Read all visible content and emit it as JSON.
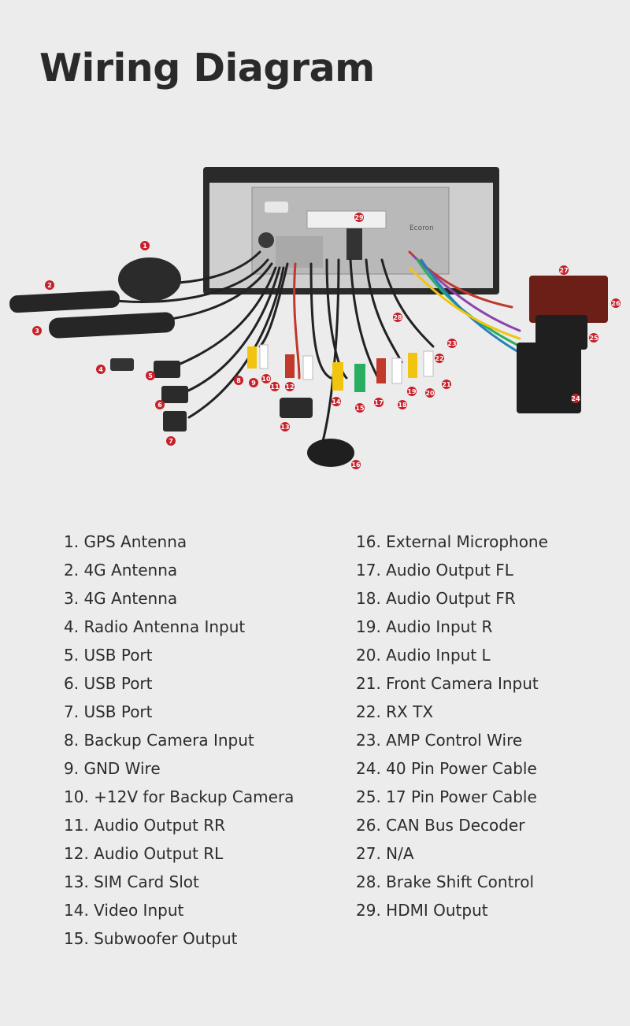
{
  "title": "Wiring Diagram",
  "product": {
    "brand_text": "Ecoron",
    "callouts": [
      "1",
      "2",
      "3",
      "4",
      "5",
      "6",
      "7",
      "8",
      "9",
      "10",
      "11",
      "12",
      "13",
      "14",
      "15",
      "16",
      "17",
      "18",
      "19",
      "20",
      "21",
      "22",
      "23",
      "24",
      "25",
      "26",
      "27",
      "28",
      "29"
    ]
  },
  "legend": {
    "left": [
      "1. GPS Antenna",
      "2. 4G Antenna",
      "3. 4G Antenna",
      "4. Radio Antenna Input",
      "5. USB Port",
      "6. USB Port",
      "7. USB Port",
      "8. Backup Camera Input",
      "9. GND Wire",
      "10. +12V for Backup Camera",
      "11. Audio Output RR",
      "12. Audio Output RL",
      "13. SIM Card Slot",
      "14. Video Input",
      "15. Subwoofer Output"
    ],
    "right": [
      "16. External Microphone",
      "17. Audio Output FL",
      "18. Audio Output FR",
      "19. Audio Input R",
      "20. Audio Input L",
      "21. Front Camera Input",
      "22. RX TX",
      "23. AMP Control Wire",
      "24. 40 Pin Power Cable",
      "25. 17 Pin Power Cable",
      "26. CAN Bus Decoder",
      "27. N/A",
      "28. Brake Shift Control",
      "29. HDMI Output"
    ]
  }
}
